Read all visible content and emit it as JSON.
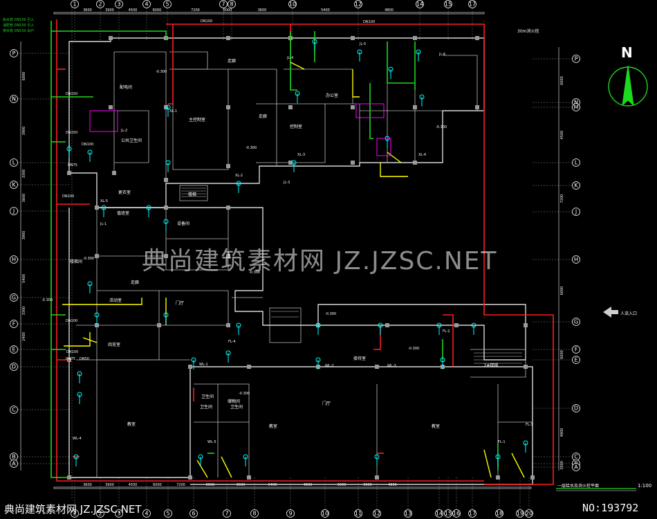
{
  "watermark": "典尚建筑素材网 JZ.JZSC.NET",
  "footer": {
    "site": "典尚建筑素材网 JZ.JZSC.NET",
    "number": "NO:193792"
  },
  "drawing": {
    "title": "一层给水及消火栓平面",
    "scale": "1:100"
  },
  "north": "N",
  "entrance_label": "人流入口",
  "top_note": "30m消火栓",
  "colors": {
    "background": "#000000",
    "fire_pipe": "#ff1e1e",
    "water_pipe": "#1ed81e",
    "drain_pipe": "#ffff00",
    "riser": "#00ffff"
  },
  "top_axes": [
    "1",
    "2",
    "3",
    "4",
    "5",
    "7",
    "8",
    "10",
    "12",
    "14",
    "15",
    "17"
  ],
  "bottom_axes": [
    "1",
    "2",
    "3",
    "4",
    "5",
    "6",
    "7",
    "8",
    "9",
    "10",
    "11",
    "12",
    "13",
    "14",
    "15",
    "16",
    "17",
    "18",
    "19",
    "20"
  ],
  "left_axes": [
    "P",
    "N",
    "L",
    "K",
    "J",
    "H",
    "G",
    "F",
    "E",
    "D",
    "C",
    "B",
    "A"
  ],
  "right_axes": [
    "P",
    "N",
    "M",
    "L",
    "K",
    "J",
    "H",
    "G",
    "F",
    "E",
    "D",
    "C",
    "B",
    "A"
  ],
  "rooms": [
    "主控制室",
    "走廊",
    "走廊",
    "楼梯",
    "设备间",
    "值班室",
    "配电间",
    "控制室",
    "办公室",
    "公共卫生间",
    "更衣室",
    "走廊",
    "楼梯间",
    "活动室",
    "阅览室",
    "卫生间",
    "教室",
    "教室",
    "教室",
    "2#楼梯",
    "卫生间",
    "卫生间",
    "储物间",
    "门厅",
    "门厅",
    "接待室"
  ],
  "pipe_tags": [
    "XL-1",
    "XL-2",
    "XL-3",
    "XL-4",
    "XL-5",
    "JL-1",
    "JL-2",
    "JL-3",
    "JL-4",
    "JL-5",
    "JL-6",
    "WL-1",
    "WL-2",
    "WL-3",
    "WL-4",
    "WL-5",
    "FL-1",
    "FL-2",
    "FL-3",
    "FL-4"
  ],
  "pipe_sizes": [
    "DN100",
    "DN100",
    "DN100",
    "DN150",
    "DN150",
    "DN100",
    "DN100",
    "DN100",
    "DN75",
    "DN75",
    "DN50"
  ],
  "elevations": [
    "-0.300",
    "-0.300",
    "-0.300",
    "-0.300",
    "-0.300",
    "-0.300",
    "-0.300",
    "-0.300",
    "-0.300"
  ],
  "top_dims": [
    "3600",
    "3900",
    "4500",
    "6000",
    "7200",
    "6000",
    "3600",
    "5400",
    "4800"
  ],
  "bottom_dims": [
    "3600",
    "3900",
    "4500",
    "6000",
    "7200",
    "6000",
    "3600",
    "5400",
    "4800",
    "3900",
    "3900",
    "4800"
  ],
  "left_dims": [
    "6000",
    "3900",
    "3300",
    "3600",
    "3900",
    "5400",
    "3300",
    "2400"
  ],
  "right_dims": [
    "6000",
    "4500",
    "7200",
    "6000",
    "6000",
    "4800",
    "3300"
  ],
  "legend_lines": [
    "给水管 DN100 引入",
    "消防管 DN150 引入",
    "排水管 DN150 出户"
  ]
}
